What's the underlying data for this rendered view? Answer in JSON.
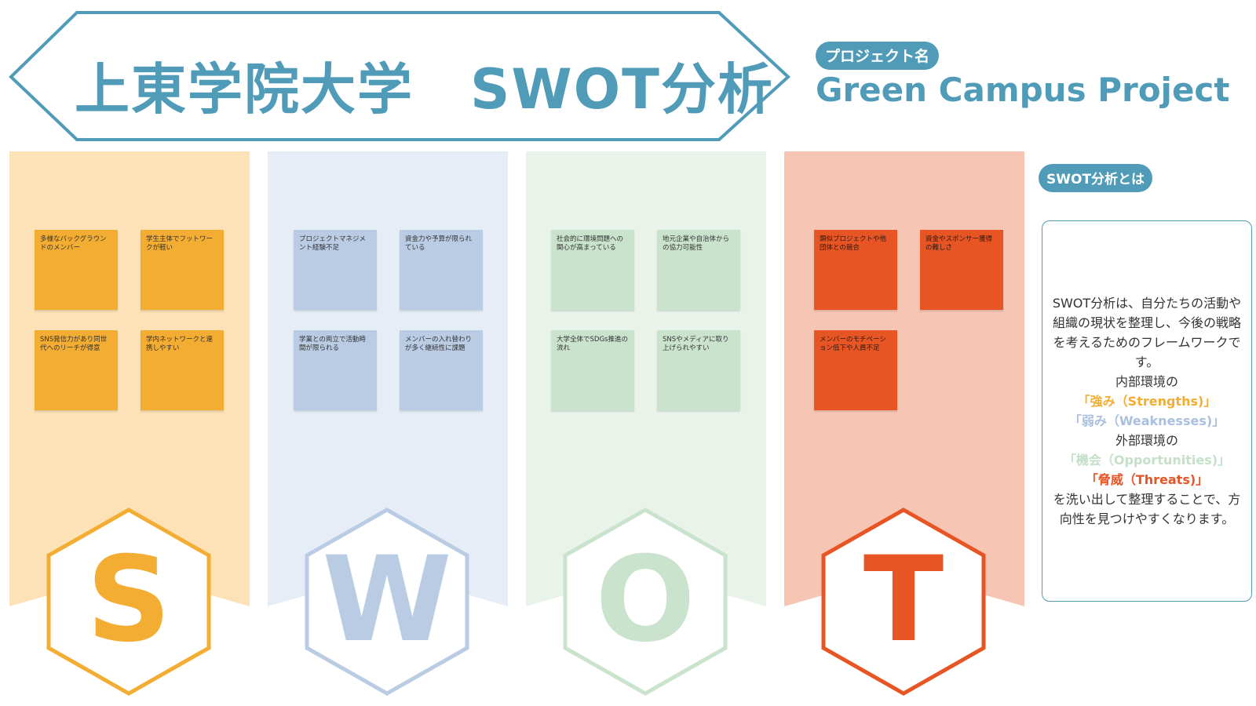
{
  "header": {
    "title": "上東学院大学　SWOT分析",
    "project_badge": "プロジェクト名",
    "project_name": "Green Campus Project"
  },
  "colors": {
    "accent": "#4f9bb8",
    "strengths": "#f4ad33",
    "weaknesses": "#b9cce4",
    "opportunities": "#c9e3cd",
    "threats": "#e85524"
  },
  "columns": [
    {
      "key": "S",
      "letter": "S",
      "notes": [
        "多様なバックグラウンドのメンバー",
        "学生主体でフットワークが軽い",
        "SNS発信力があり同世代へのリーチが得意",
        "学内ネットワークと連携しやすい"
      ]
    },
    {
      "key": "W",
      "letter": "W",
      "notes": [
        "プロジェクトマネジメント経験不足",
        "資金力や予算が限られている",
        "学業との両立で活動時間が限られる",
        "メンバーの入れ替わりが多く継続性に課題"
      ]
    },
    {
      "key": "O",
      "letter": "O",
      "notes": [
        "社会的に環境問題への関心が高まっている",
        "地元企業や自治体からの協力可能性",
        "大学全体でSDGs推進の流れ",
        "SNSやメディアに取り上げられやすい"
      ]
    },
    {
      "key": "T",
      "letter": "T",
      "notes": [
        "類似プロジェクトや他団体との競合",
        "資金やスポンサー獲得の難しさ",
        "メンバーのモチベーション低下や人員不足"
      ]
    }
  ],
  "about": {
    "badge": "SWOT分析とは",
    "intro": "SWOT分析は、自分たちの活動や組織の現状を整理し、今後の戦略を考えるためのフレームワークです。",
    "internal": "内部環境の",
    "strengths": "「強み（Strengths)」",
    "weaknesses": "「弱み（Weaknesses)」",
    "external": "外部環境の",
    "opportunities": "「機会（Opportunities)」",
    "threats": "「脅威（Threats)」",
    "outro": "を洗い出して整理することで、方向性を見つけやすくなります。"
  }
}
